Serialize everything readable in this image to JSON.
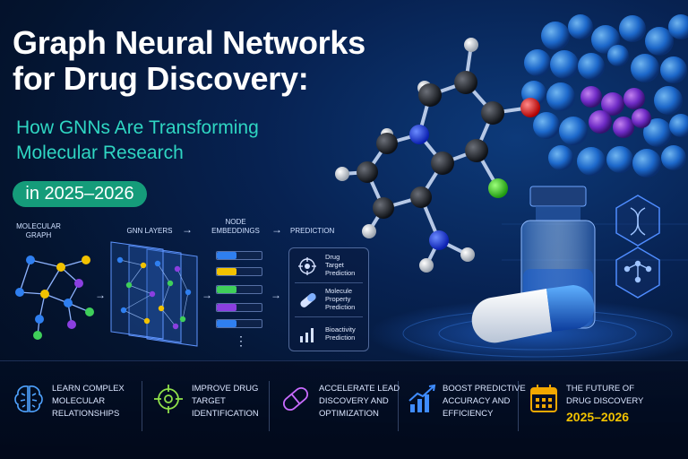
{
  "header": {
    "title_line1": "Graph Neural Networks",
    "title_line2": "for Drug Discovery:",
    "subtitle_line1": "How GNNs Are Transforming",
    "subtitle_line2": "Molecular Research",
    "year_pill": "in 2025–2026"
  },
  "pipeline": {
    "stages": [
      {
        "label_line1": "MOLECULAR",
        "label_line2": "GRAPH"
      },
      {
        "label_line1": "GNN LAYERS",
        "label_line2": ""
      },
      {
        "label_line1": "NODE",
        "label_line2": "EMBEDDINGS"
      },
      {
        "label_line1": "PREDICTION",
        "label_line2": ""
      }
    ],
    "arrow": "→",
    "embedding_ellipsis": "⋮",
    "predictions": [
      {
        "icon": "target-icon",
        "line1": "Drug",
        "line2": "Target",
        "line3": "Prediction"
      },
      {
        "icon": "capsule-icon",
        "line1": "Molecule",
        "line2": "Property",
        "line3": "Prediction"
      },
      {
        "icon": "bar-chart-icon",
        "line1": "Bioactivity",
        "line2": "Prediction",
        "line3": ""
      }
    ]
  },
  "features": [
    {
      "icon": "brain-icon",
      "line1": "LEARN COMPLEX",
      "line2": "MOLECULAR",
      "line3": "RELATIONSHIPS"
    },
    {
      "icon": "crosshair-icon",
      "line1": "IMPROVE DRUG",
      "line2": "TARGET",
      "line3": "IDENTIFICATION"
    },
    {
      "icon": "pill-icon",
      "line1": "ACCELERATE LEAD",
      "line2": "DISCOVERY AND",
      "line3": "OPTIMIZATION"
    },
    {
      "icon": "growth-chart-icon",
      "line1": "BOOST PREDICTIVE",
      "line2": "ACCURACY AND",
      "line3": "EFFICIENCY"
    },
    {
      "icon": "calendar-icon",
      "line1": "THE FUTURE OF",
      "line2": "DRUG DISCOVERY",
      "line3": "2025–2026"
    }
  ],
  "colors": {
    "teal": "#2fd6c2",
    "pill_green": "#159c7a",
    "gold": "#f2c200",
    "embedding_colors": [
      "#2f7ff0",
      "#f2c200",
      "#3fcf5a",
      "#8b3fe0",
      "#2f7ff0"
    ]
  }
}
